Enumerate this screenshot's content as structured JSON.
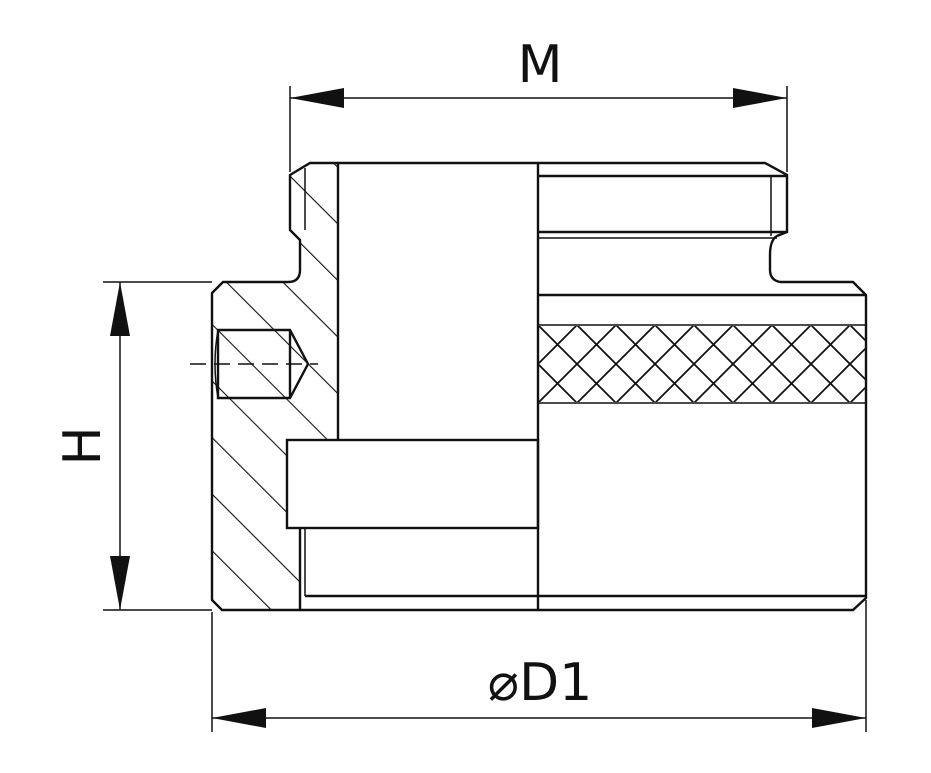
{
  "drawing": {
    "labels": {
      "width": "M",
      "height": "H",
      "diameter": "⌀D1"
    },
    "line_color": "#111111",
    "background": "#ffffff"
  }
}
